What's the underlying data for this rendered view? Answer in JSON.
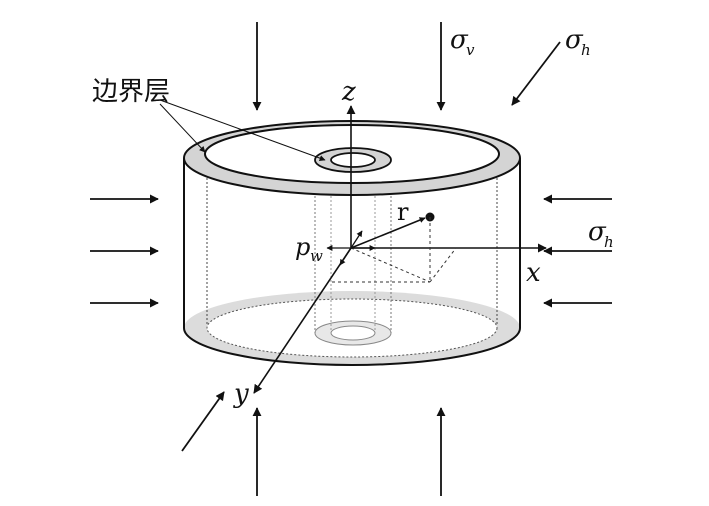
{
  "labels": {
    "boundary_layer": "边界层",
    "z_axis": "z",
    "x_axis": "x",
    "y_axis": "y",
    "r_vector": "r",
    "pw": "p",
    "pw_sub": "w",
    "sigma_v": "σ",
    "sigma_v_sub": "v",
    "sigma_h_top": "σ",
    "sigma_h_top_sub": "h",
    "sigma_h_right": "σ",
    "sigma_h_right_sub": "h"
  },
  "colors": {
    "stroke": "#111111",
    "boundary_fill": "#d9d9d9",
    "bottom_ring_fill": "#dcdcdc",
    "background": "#ffffff"
  }
}
